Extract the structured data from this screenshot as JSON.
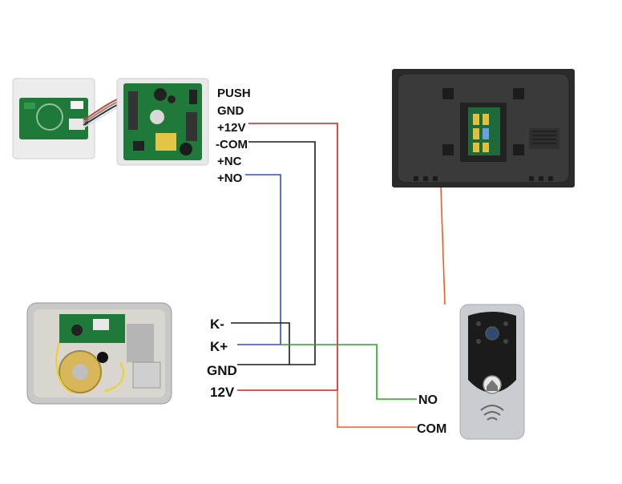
{
  "controller_labels": {
    "push": "PUSH",
    "gnd": "GND",
    "plus12v": "+12V",
    "com": "-COM",
    "nc": "+NC",
    "no": "+NO"
  },
  "lock_labels": {
    "kminus": "K-",
    "kplus": "K+",
    "gnd": "GND",
    "v12": "12V"
  },
  "doorbell_labels": {
    "no": "NO",
    "com": "COM"
  },
  "colors": {
    "red_wire": "#d02020",
    "black_wire": "#1a1a1a",
    "blue_wire": "#2a50c8",
    "green_wire": "#22aa22",
    "orange_wire": "#e6602a",
    "board_green": "#1f7a3a",
    "monitor_body": "#2b2b2b",
    "doorbell_silver": "#c9ccd0"
  },
  "icons": {
    "monitor": "monitor-icon",
    "doorbell": "doorbell-icon",
    "controller": "access-controller-icon",
    "lock": "electric-lock-icon"
  }
}
